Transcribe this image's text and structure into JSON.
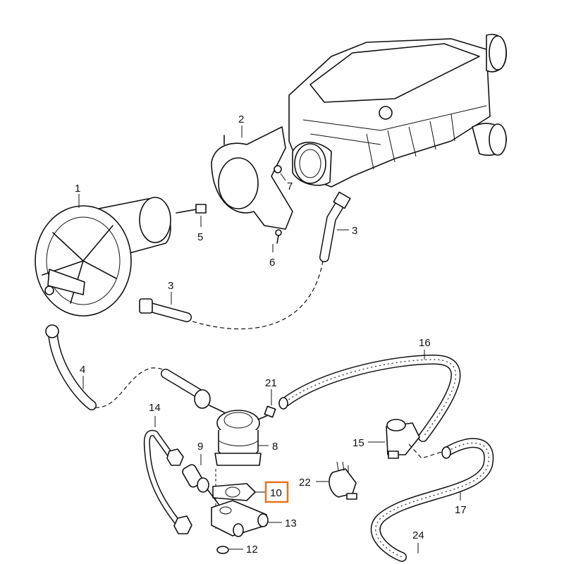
{
  "diagram": {
    "highlight_color": "#e8731a",
    "highlighted_part": "10",
    "labels": [
      {
        "id": "p1",
        "text": "1"
      },
      {
        "id": "p2",
        "text": "2"
      },
      {
        "id": "p3a",
        "text": "3"
      },
      {
        "id": "p3b",
        "text": "3"
      },
      {
        "id": "p4",
        "text": "4"
      },
      {
        "id": "p5",
        "text": "5"
      },
      {
        "id": "p6",
        "text": "6"
      },
      {
        "id": "p7",
        "text": "7"
      },
      {
        "id": "p8",
        "text": "8"
      },
      {
        "id": "p9",
        "text": "9"
      },
      {
        "id": "p10",
        "text": "10"
      },
      {
        "id": "p12",
        "text": "12"
      },
      {
        "id": "p13",
        "text": "13"
      },
      {
        "id": "p14",
        "text": "14"
      },
      {
        "id": "p15",
        "text": "15"
      },
      {
        "id": "p16",
        "text": "16"
      },
      {
        "id": "p17",
        "text": "17"
      },
      {
        "id": "p21",
        "text": "21"
      },
      {
        "id": "p22",
        "text": "22"
      },
      {
        "id": "p24",
        "text": "24"
      }
    ]
  }
}
